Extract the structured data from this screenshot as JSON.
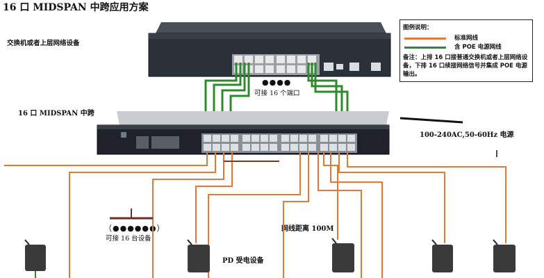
{
  "title": "16 口 MIDSPAN 中跨应用方案",
  "upper_switch_label": "交换机或者上层网络设备",
  "midspan_label": "16 口 MIDSPAN 中跨",
  "power_label": "100-240AC,50-60Hz 电源",
  "connect_ports_label": "可接 16 个端口",
  "connect_devices_label": "可接 16 台设备",
  "distance_label": "网线距离 100M",
  "pd_label": "PD 受电设备",
  "dots_top": "●●●●",
  "dots_left": "（●●●●●●）",
  "legend": {
    "title": "图例说明：",
    "standard_label": "标准网线",
    "poe_label": "含 POE 电源网线",
    "note": "备注：上排 16 口接普通交换机或者上层网络设备，下排 16 口续接网络信号并集成 POE 电源输出。"
  },
  "colors": {
    "standard_cable": "#e07a3a",
    "poe_cable": "#2f8a2f",
    "device_body": "#3a3a3a"
  }
}
